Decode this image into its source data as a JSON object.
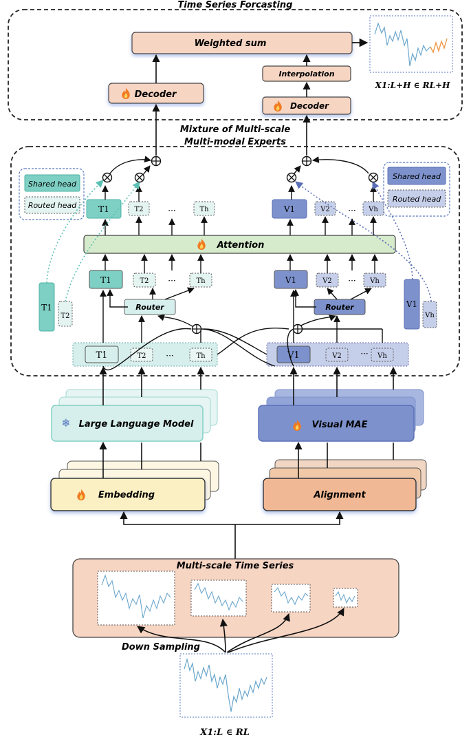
{
  "title_top": "Time Series Forcasting",
  "moe_title_line1": "Mixture of Multi-scale",
  "moe_title_line2": "Multi-modal Experts",
  "weighted_sum": "Weighted sum",
  "decoder_left": "Decoder",
  "decoder_right": "Decoder",
  "interpolation": "Interpolation",
  "output_formula": "X1:L+H ∈ RL+H",
  "attention": "Attention",
  "router_left": "Router",
  "router_right": "Router",
  "legend_left": {
    "shared": "Shared head",
    "routed": "Routed head"
  },
  "legend_right": {
    "shared": "Shared head",
    "routed": "Routed head"
  },
  "tokens_text": [
    "T1",
    "T2",
    "Th"
  ],
  "tokens_visual": [
    "V1",
    "V2",
    "Vh"
  ],
  "ellipsis": "···",
  "llm": "Large Language Model",
  "visual_mae": "Visual MAE",
  "embedding": "Embedding",
  "alignment": "Alignment",
  "multiscale": "Multi-scale Time Series",
  "down_sampling": "Down Sampling",
  "input_formula": "X1:L ∈ RL",
  "icons": {
    "flame": "flame-icon",
    "snowflake": "snowflake-icon",
    "plus": "circle-plus-icon",
    "times": "circle-times-icon"
  },
  "colors": {
    "teal": "#7ecfc4",
    "teal_light": "#d6efec",
    "blue": "#7d92cc",
    "blue_light": "#c6cfe9",
    "peach": "#f7d5c3",
    "yellow": "#fbefc4",
    "green": "#d6ebcc",
    "orange": "#f1c9a7"
  }
}
